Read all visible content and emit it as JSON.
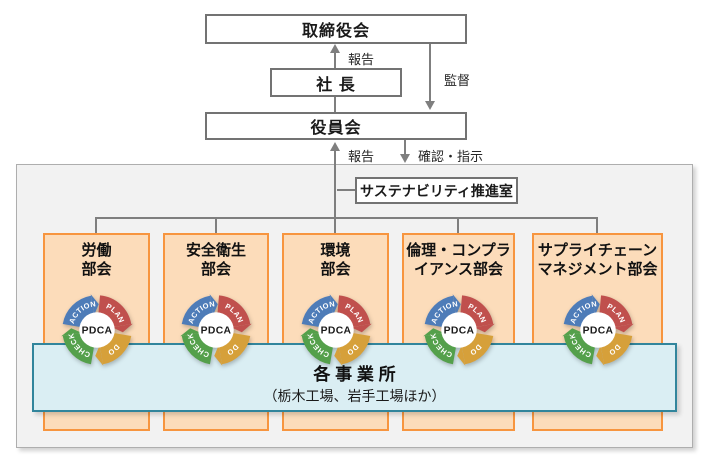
{
  "governance": {
    "board": "取締役会",
    "president": "社 長",
    "executive_committee": "役員会",
    "arrows": {
      "report_to_board": "報告",
      "supervision": "監督",
      "report_to_executive": "報告",
      "confirm_instruct": "確認・指示"
    }
  },
  "office": {
    "name": "サステナビリティ推進室"
  },
  "committees": [
    {
      "line1": "労働",
      "line2": "部会"
    },
    {
      "line1": "安全衛生",
      "line2": "部会"
    },
    {
      "line1": "環境",
      "line2": "部会"
    },
    {
      "line1": "倫理・コンプラ",
      "line2": "イアンス部会"
    },
    {
      "line1": "サプライチェーン",
      "line2": "マネジメント部会"
    }
  ],
  "pdca": {
    "center": "PDCA",
    "plan": "PLAN",
    "do": "DO",
    "check": "CHECK",
    "action": "ACTION"
  },
  "sites": {
    "title": "各 事 業 所",
    "subtitle": "（栃木工場、岩手工場ほか）"
  },
  "colors": {
    "committee_border": "#f7953f",
    "committee_fill": "#fcdcba",
    "band_border": "#31859c",
    "band_fill": "#daeef3",
    "line_gray": "#7f7f7f",
    "container_fill": "#f2f2f2",
    "pdca_plan_red": "#c0504d",
    "pdca_do_gold": "#d6a03a",
    "pdca_check_green": "#54a04b",
    "pdca_action_blue": "#4e7cb8"
  }
}
